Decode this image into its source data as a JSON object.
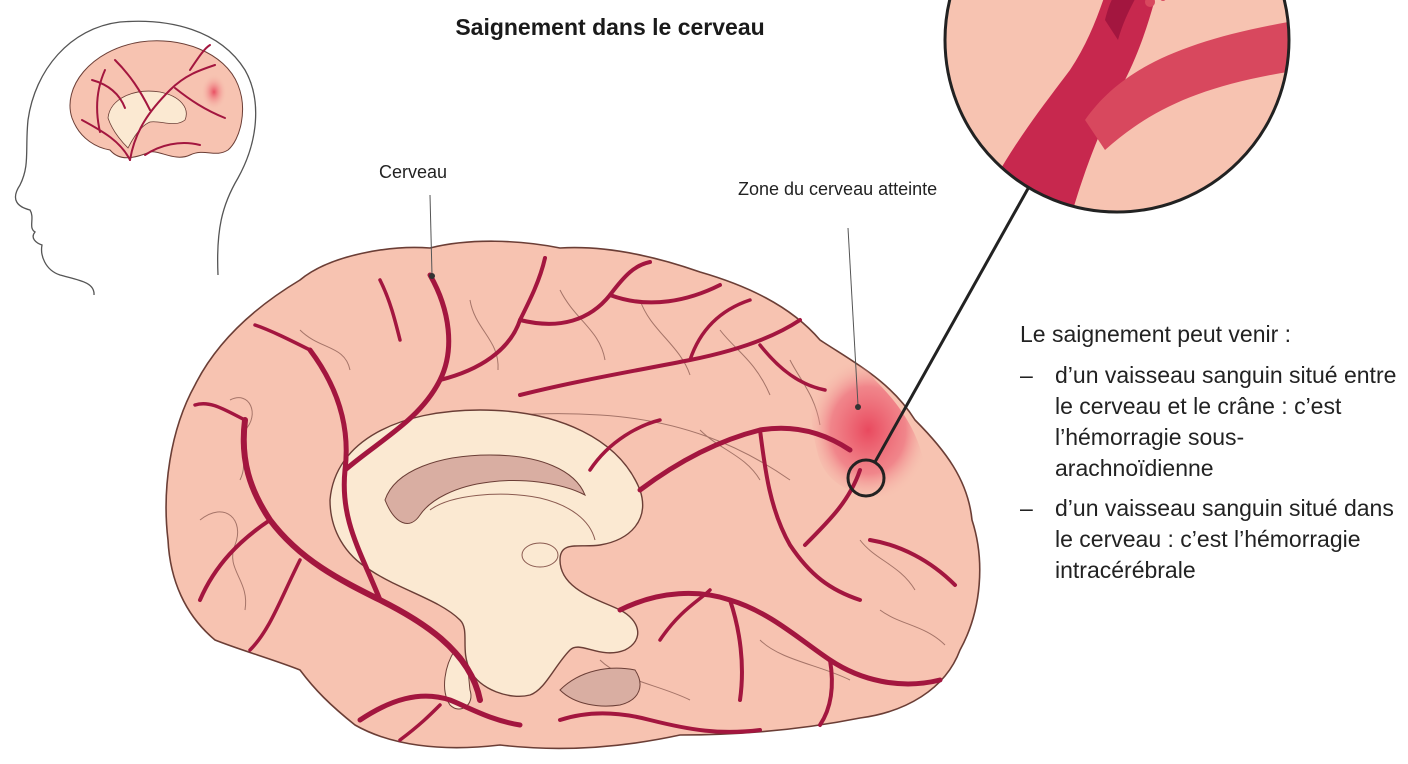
{
  "title": "Saignement dans le cerveau",
  "labels": {
    "brain": "Cerveau",
    "affected_zone": "Zone du cerveau atteinte"
  },
  "side_text": {
    "intro": "Le saignement peut venir :",
    "items": [
      "d’un vaisseau sanguin situé entre le cerveau et le crâne : c’est l’hémorragie sous-arachnoïdienne",
      "d’un vaisseau sanguin situé dans le cerveau : c’est l’hémorragie intracérébrale"
    ]
  },
  "colors": {
    "brain_fill": "#f7c3b1",
    "brain_outline": "#6b3e36",
    "vessel": "#a3163f",
    "inner_structure": "#fbe9d2",
    "bleed": "#e8435a"
  }
}
